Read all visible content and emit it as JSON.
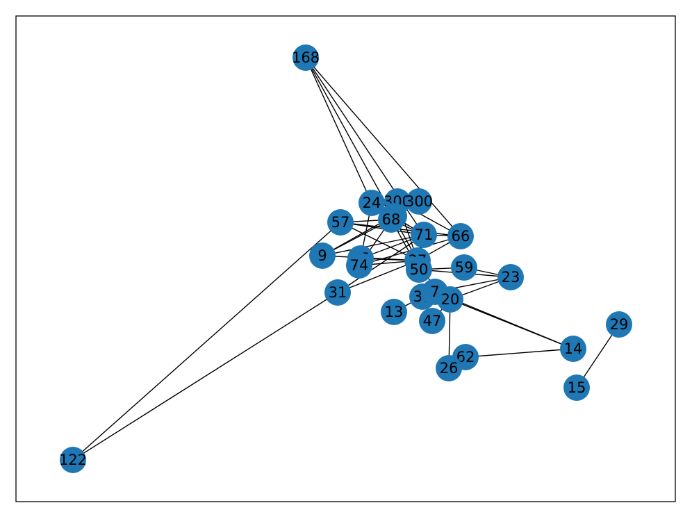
{
  "node_color": "#1f77b4",
  "edge_color": "#000000",
  "nodes": [
    "168",
    "24",
    "300",
    "300b",
    "13",
    "57",
    "68",
    "71",
    "66",
    "9",
    "45",
    "74",
    "27",
    "50",
    "59",
    "23",
    "31",
    "37",
    "7",
    "20",
    "13b",
    "47",
    "29",
    "14",
    "62",
    "26",
    "15",
    "122"
  ],
  "node_labels": {
    "168": "168",
    "24": "24",
    "300": "300",
    "300b": "300",
    "13": "13",
    "57": "57",
    "68": "68",
    "71": "71",
    "66": "66",
    "9": "9",
    "45": "45",
    "74": "74",
    "27": "27",
    "50": "50",
    "59": "59",
    "23": "23",
    "31": "31",
    "37": "37",
    "7": "7",
    "20": "20",
    "13b": "13",
    "47": "47",
    "29": "29",
    "14": "14",
    "62": "62",
    "26": "26",
    "15": "15",
    "122": "122"
  },
  "edges": [
    [
      "168",
      "24"
    ],
    [
      "168",
      "66"
    ],
    [
      "168",
      "71"
    ],
    [
      "168",
      "27"
    ],
    [
      "24",
      "71"
    ],
    [
      "24",
      "68"
    ],
    [
      "24",
      "45"
    ],
    [
      "300",
      "68"
    ],
    [
      "300",
      "27"
    ],
    [
      "300",
      "66"
    ],
    [
      "300b",
      "9"
    ],
    [
      "57",
      "122"
    ],
    [
      "57",
      "71"
    ],
    [
      "57",
      "68"
    ],
    [
      "57",
      "27"
    ],
    [
      "57",
      "66"
    ],
    [
      "68",
      "9"
    ],
    [
      "68",
      "74"
    ],
    [
      "68",
      "71"
    ],
    [
      "68",
      "50"
    ],
    [
      "71",
      "9"
    ],
    [
      "71",
      "45"
    ],
    [
      "71",
      "66"
    ],
    [
      "66",
      "27"
    ],
    [
      "66",
      "74"
    ],
    [
      "9",
      "27"
    ],
    [
      "45",
      "27"
    ],
    [
      "27",
      "31"
    ],
    [
      "27",
      "50"
    ],
    [
      "27",
      "74"
    ],
    [
      "50",
      "59"
    ],
    [
      "50",
      "23"
    ],
    [
      "50",
      "20"
    ],
    [
      "59",
      "23"
    ],
    [
      "31",
      "122"
    ],
    [
      "31",
      "71"
    ],
    [
      "37",
      "7"
    ],
    [
      "7",
      "20"
    ],
    [
      "37",
      "13b"
    ],
    [
      "20",
      "23"
    ],
    [
      "20",
      "14"
    ],
    [
      "20",
      "26"
    ],
    [
      "20",
      "47"
    ],
    [
      "7",
      "14"
    ],
    [
      "7",
      "23"
    ],
    [
      "62",
      "14"
    ],
    [
      "29",
      "15"
    ]
  ]
}
